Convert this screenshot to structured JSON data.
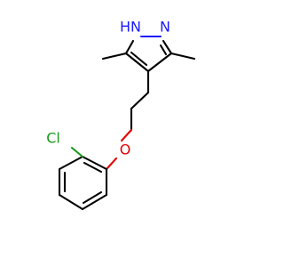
{
  "atoms": {
    "nh_label": "H",
    "n1_label": "N",
    "n2_label": "N",
    "o_label": "O",
    "cl_label": "Cl"
  },
  "colors": {
    "bond": "#000000",
    "nitrogen": "#1a1aff",
    "oxygen": "#e60000",
    "chlorine": "#1a9a1a"
  }
}
